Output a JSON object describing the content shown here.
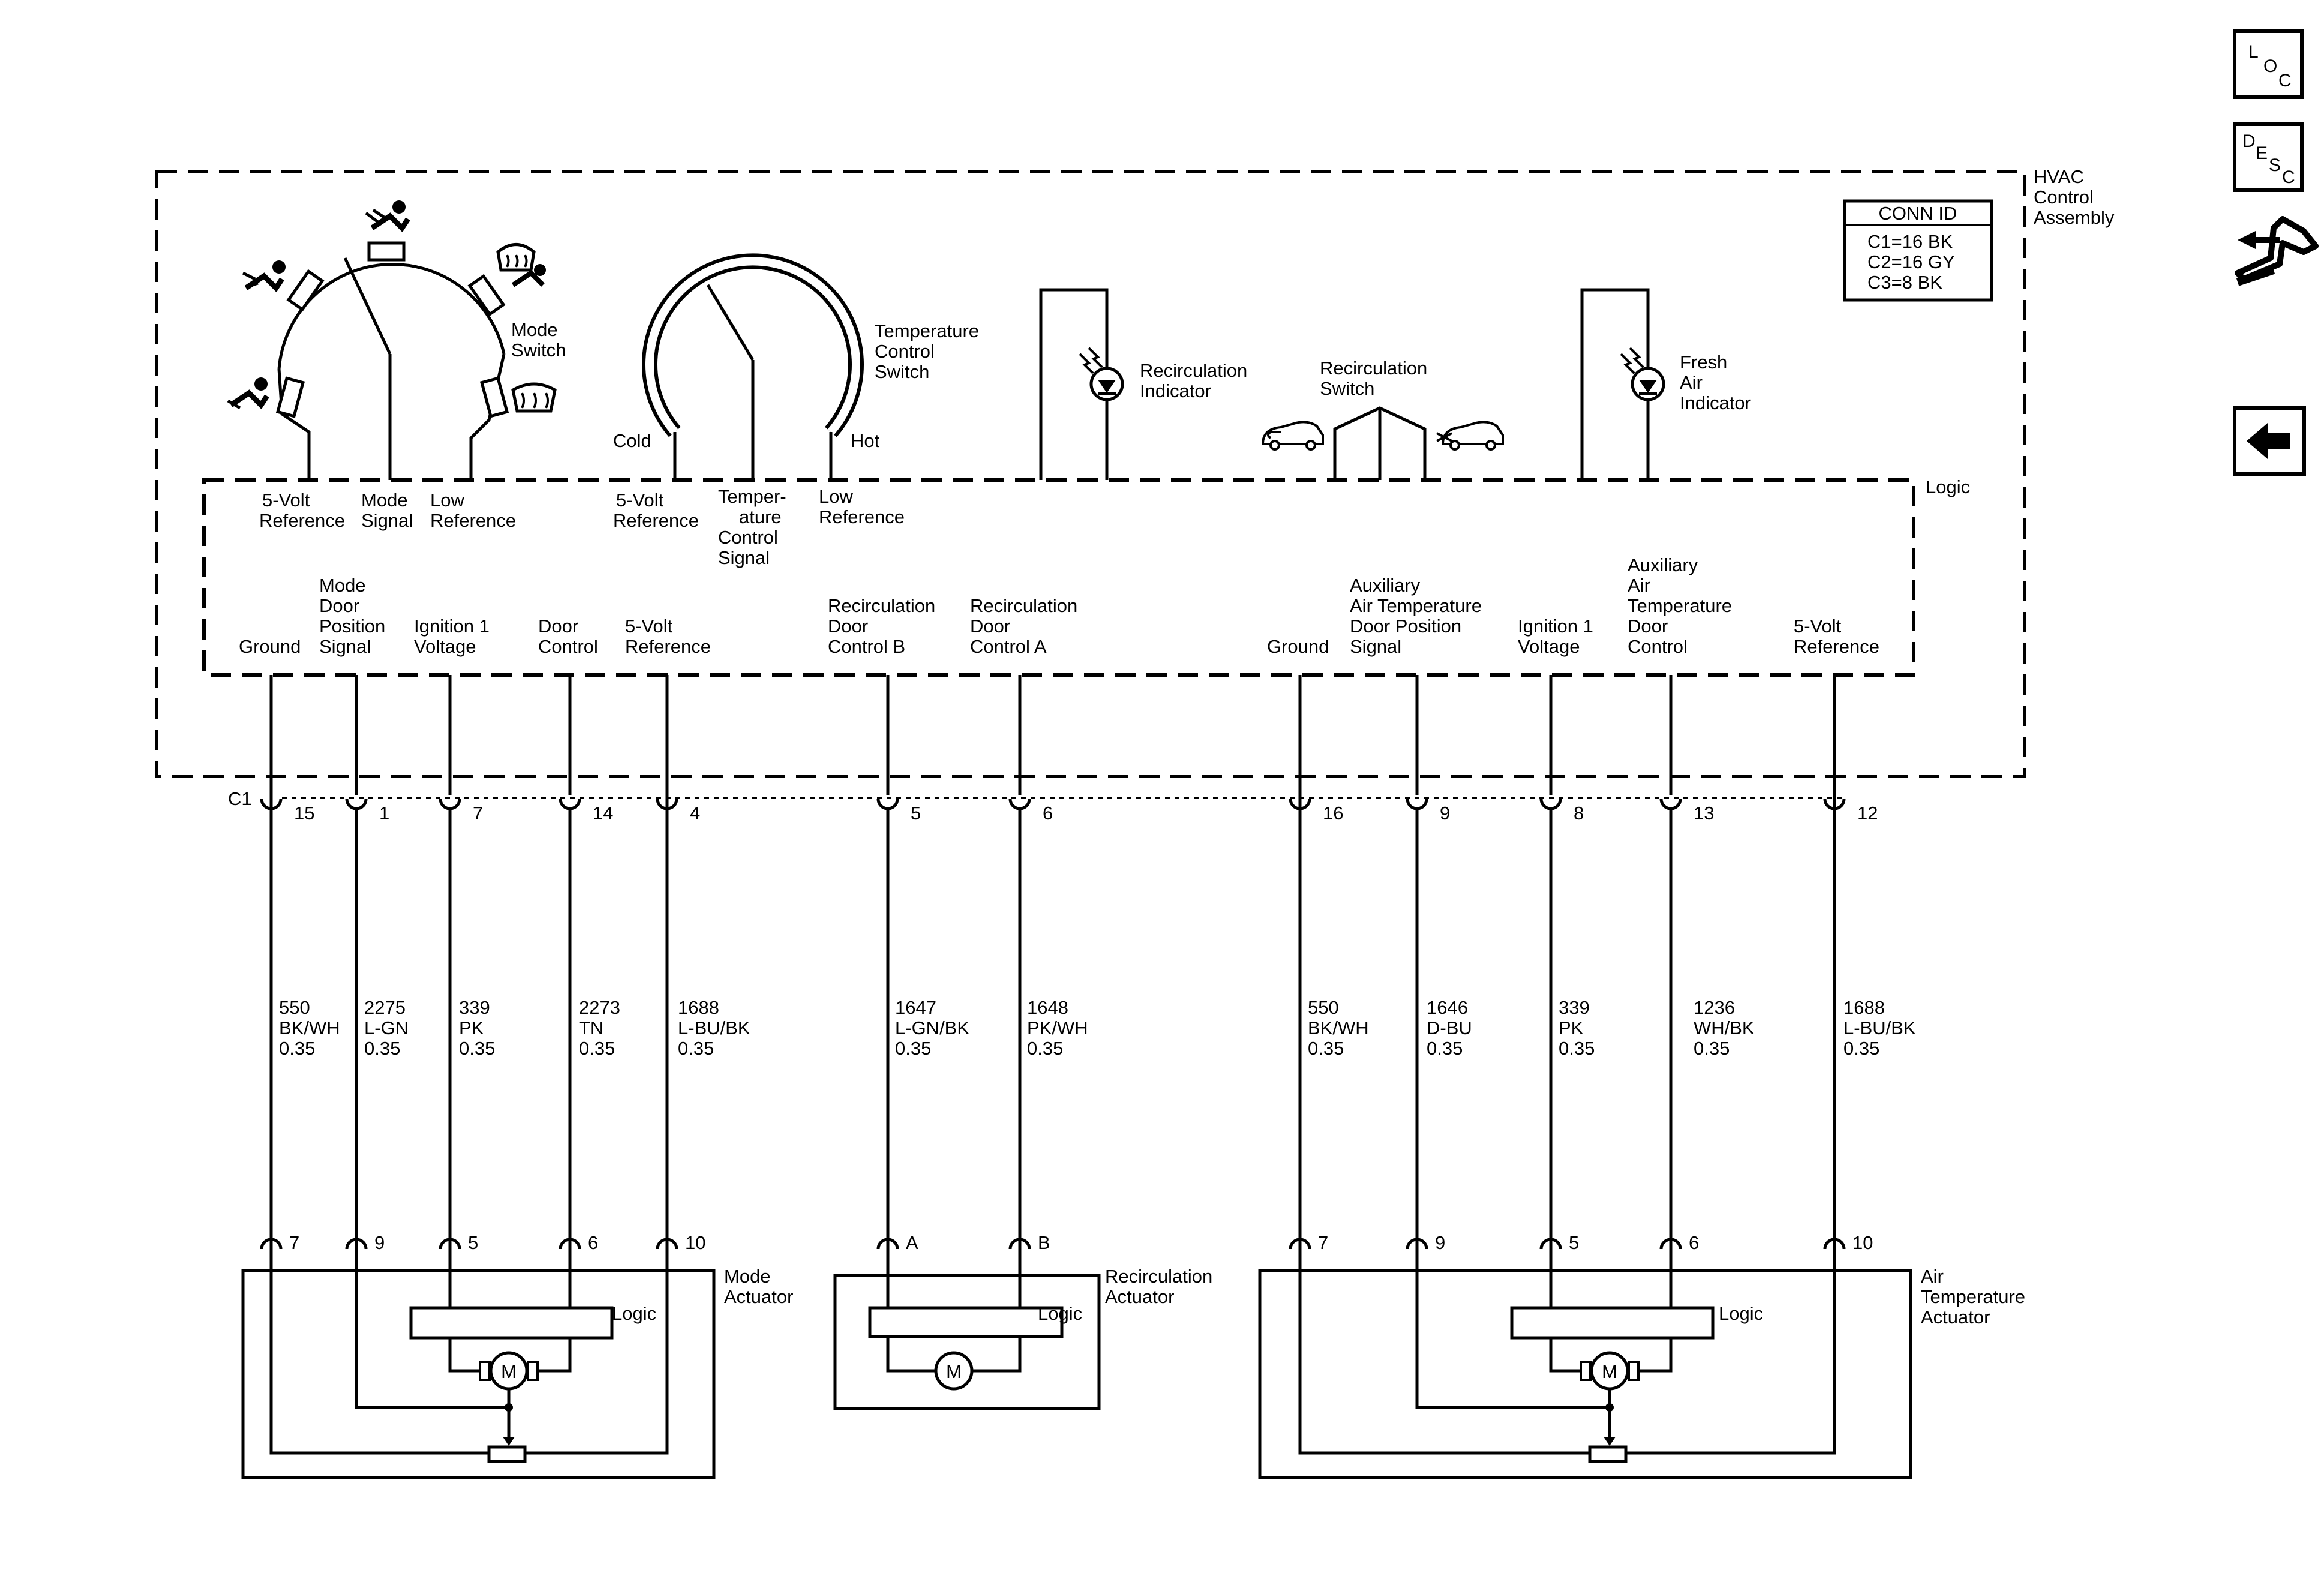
{
  "nav": {
    "loc": {
      "l": "L",
      "o": "O",
      "c": "C"
    },
    "desc": {
      "d": "D",
      "e": "E",
      "s": "S",
      "c": "C"
    }
  },
  "hvac": {
    "title": [
      "HVAC",
      "Control",
      "Assembly"
    ],
    "conn_header": "CONN ID",
    "conn_rows": [
      "C1=16 BK",
      "C2=16 GY",
      "C3=8 BK"
    ],
    "logic": "Logic"
  },
  "mode_switch": {
    "label": [
      "Mode",
      "Switch"
    ],
    "refs": [
      [
        "5-Volt",
        "Reference"
      ],
      [
        "Mode",
        "Signal"
      ],
      [
        "Low",
        "Reference"
      ]
    ]
  },
  "temp_switch": {
    "label": [
      "Temperature",
      "Control",
      "Switch"
    ],
    "cold": "Cold",
    "hot": "Hot",
    "refs": [
      [
        "5-Volt",
        "Reference"
      ],
      [
        "Temper-",
        "ature",
        "Control",
        "Signal"
      ],
      [
        "Low",
        "Reference"
      ]
    ]
  },
  "indicators": {
    "recirc": [
      "Recirculation",
      "Indicator"
    ],
    "recirc_switch": [
      "Recirculation",
      "Switch"
    ],
    "fresh": [
      "Fresh",
      "Air",
      "Indicator"
    ]
  },
  "connector": "C1",
  "circuits": [
    {
      "func": [
        "Ground"
      ],
      "pin": "15",
      "circuit": "550",
      "color": "BK/WH",
      "gauge": "0.35",
      "act_pin": "7"
    },
    {
      "func": [
        "Mode",
        "Door",
        "Position",
        "Signal"
      ],
      "pin": "1",
      "circuit": "2275",
      "color": "L-GN",
      "gauge": "0.35",
      "act_pin": "9"
    },
    {
      "func": [
        "Ignition 1",
        "Voltage"
      ],
      "pin": "7",
      "circuit": "339",
      "color": "PK",
      "gauge": "0.35",
      "act_pin": "5"
    },
    {
      "func": [
        "Door",
        "Control"
      ],
      "pin": "14",
      "circuit": "2273",
      "color": "TN",
      "gauge": "0.35",
      "act_pin": "6"
    },
    {
      "func": [
        "5-Volt",
        "Reference"
      ],
      "pin": "4",
      "circuit": "1688",
      "color": "L-BU/BK",
      "gauge": "0.35",
      "act_pin": "10"
    },
    {
      "func": [
        "Recirculation",
        "Door",
        "Control B"
      ],
      "pin": "5",
      "circuit": "1647",
      "color": "L-GN/BK",
      "gauge": "0.35",
      "act_pin": "A"
    },
    {
      "func": [
        "Recirculation",
        "Door",
        "Control A"
      ],
      "pin": "6",
      "circuit": "1648",
      "color": "PK/WH",
      "gauge": "0.35",
      "act_pin": "B"
    },
    {
      "func": [
        "Ground"
      ],
      "pin": "16",
      "circuit": "550",
      "color": "BK/WH",
      "gauge": "0.35",
      "act_pin": "7"
    },
    {
      "func": [
        "Auxiliary",
        "Air Temperature",
        "Door Position",
        "Signal"
      ],
      "pin": "9",
      "circuit": "1646",
      "color": "D-BU",
      "gauge": "0.35",
      "act_pin": "9"
    },
    {
      "func": [
        "Ignition 1",
        "Voltage"
      ],
      "pin": "8",
      "circuit": "339",
      "color": "PK",
      "gauge": "0.35",
      "act_pin": "5"
    },
    {
      "func": [
        "Auxiliary",
        "Air",
        "Temperature",
        "Door",
        "Control"
      ],
      "pin": "13",
      "circuit": "1236",
      "color": "WH/BK",
      "gauge": "0.35",
      "act_pin": "6"
    },
    {
      "func": [
        "5-Volt",
        "Reference"
      ],
      "pin": "12",
      "circuit": "1688",
      "color": "L-BU/BK",
      "gauge": "0.35",
      "act_pin": "10"
    }
  ],
  "actuators": {
    "mode": [
      "Mode",
      "Actuator"
    ],
    "recirc": [
      "Recirculation",
      "Actuator"
    ],
    "air": [
      "Air",
      "Temperature",
      "Actuator"
    ],
    "logic": "Logic",
    "motor": "M"
  }
}
